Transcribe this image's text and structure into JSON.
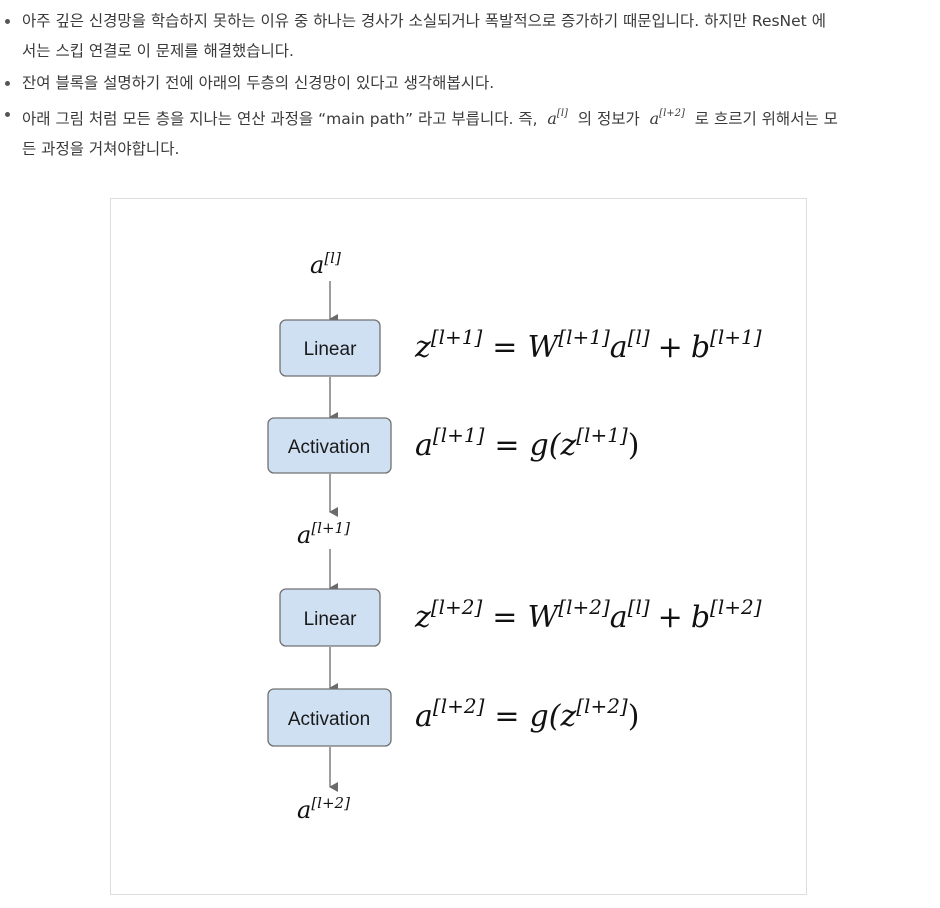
{
  "bullets": {
    "b1_line1": "아주 깊은 신경망을 학습하지 못하는 이유 중 하나는 경사가 소실되거나 폭발적으로 증가하기 때문입니다. 하지만 ResNet 에",
    "b1_line2": "서는 스킵 연결로 이 문제를 해결했습니다.",
    "b2": "잔여 블록을 설명하기 전에 아래의 두층의 신경망이 있다고 생각해봅시다.",
    "b3_part1": "아래 그림 처럼 모든 층을 지나는 연산 과정을 “main path” 라고 부릅니다. 즉,",
    "b3_math1_base": "a",
    "b3_math1_sup": "[l]",
    "b3_part2": "의 정보가",
    "b3_math2_base": "a",
    "b3_math2_sup": "[l+2]",
    "b3_part3": "로 흐르기 위해서는 모",
    "b3_line2": "든 과정을 거쳐야합니다."
  },
  "diagram": {
    "input_base": "a",
    "input_sup": "[l]",
    "box1": "Linear",
    "eq1": {
      "lhs": "z",
      "lhs_sup": "[l+1]",
      "eq": "=",
      "w": "W",
      "w_sup": "[l+1]",
      "a": "a",
      "a_sup": "[l]",
      "plus": "+",
      "b": "b",
      "b_sup": "[l+1]"
    },
    "box2": "Activation",
    "eq2": {
      "lhs": "a",
      "lhs_sup": "[l+1]",
      "eq": "=",
      "g": "g(",
      "z": "z",
      "z_sup": "[l+1]",
      "close": ")"
    },
    "mid_base": "a",
    "mid_sup": "[l+1]",
    "box3": "Linear",
    "eq3": {
      "lhs": "z",
      "lhs_sup": "[l+2]",
      "eq": "=",
      "w": "W",
      "w_sup": "[l+2]",
      "a": "a",
      "a_sup": "[l]",
      "plus": "+",
      "b": "b",
      "b_sup": "[l+2]"
    },
    "box4": "Activation",
    "eq4": {
      "lhs": "a",
      "lhs_sup": "[l+2]",
      "eq": "=",
      "g": "g(",
      "z": "z",
      "z_sup": "[l+2]",
      "close": ")"
    },
    "output_base": "a",
    "output_sup": "[l+2]"
  },
  "colors": {
    "box_fill": "#cfe0f3",
    "box_stroke": "#707070",
    "arrow": "#6a6a6a"
  }
}
